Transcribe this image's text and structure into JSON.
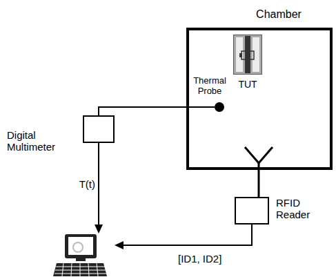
{
  "diagram": {
    "nodes": [
      {
        "text": [
          "Chamber"
        ]
      },
      {
        "text": [
          "Thermal Probe"
        ],
        "in": 0
      },
      {
        "text": [
          "TUT"
        ],
        "in": 0
      },
      {
        "text": [
          "Digital Multimeter"
        ]
      },
      {
        "text": [
          "RFID Reader"
        ]
      }
    ],
    "edges": [
      {
        "from": 1,
        "to": 3,
        "arrow": "none"
      }
    ],
    "labels": [
      "T(t)",
      "[ID1, ID2]"
    ]
  }
}
